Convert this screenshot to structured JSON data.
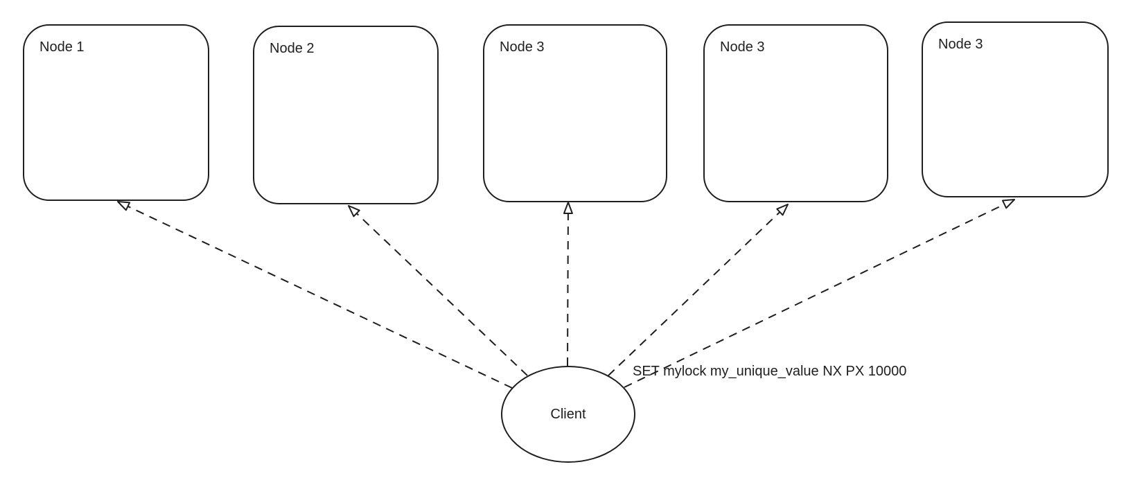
{
  "diagram": {
    "title": "client-to-nodes-lock-diagram",
    "colors": {
      "stroke": "#1e1e1e",
      "background": "#ffffff"
    },
    "nodes": [
      {
        "label": "Node 1"
      },
      {
        "label": "Node 2"
      },
      {
        "label": "Node 3"
      },
      {
        "label": "Node 3"
      },
      {
        "label": "Node 3"
      }
    ],
    "client": {
      "label": "Client"
    },
    "annotation": "SET mylock my_unique_value NX PX 10000"
  }
}
